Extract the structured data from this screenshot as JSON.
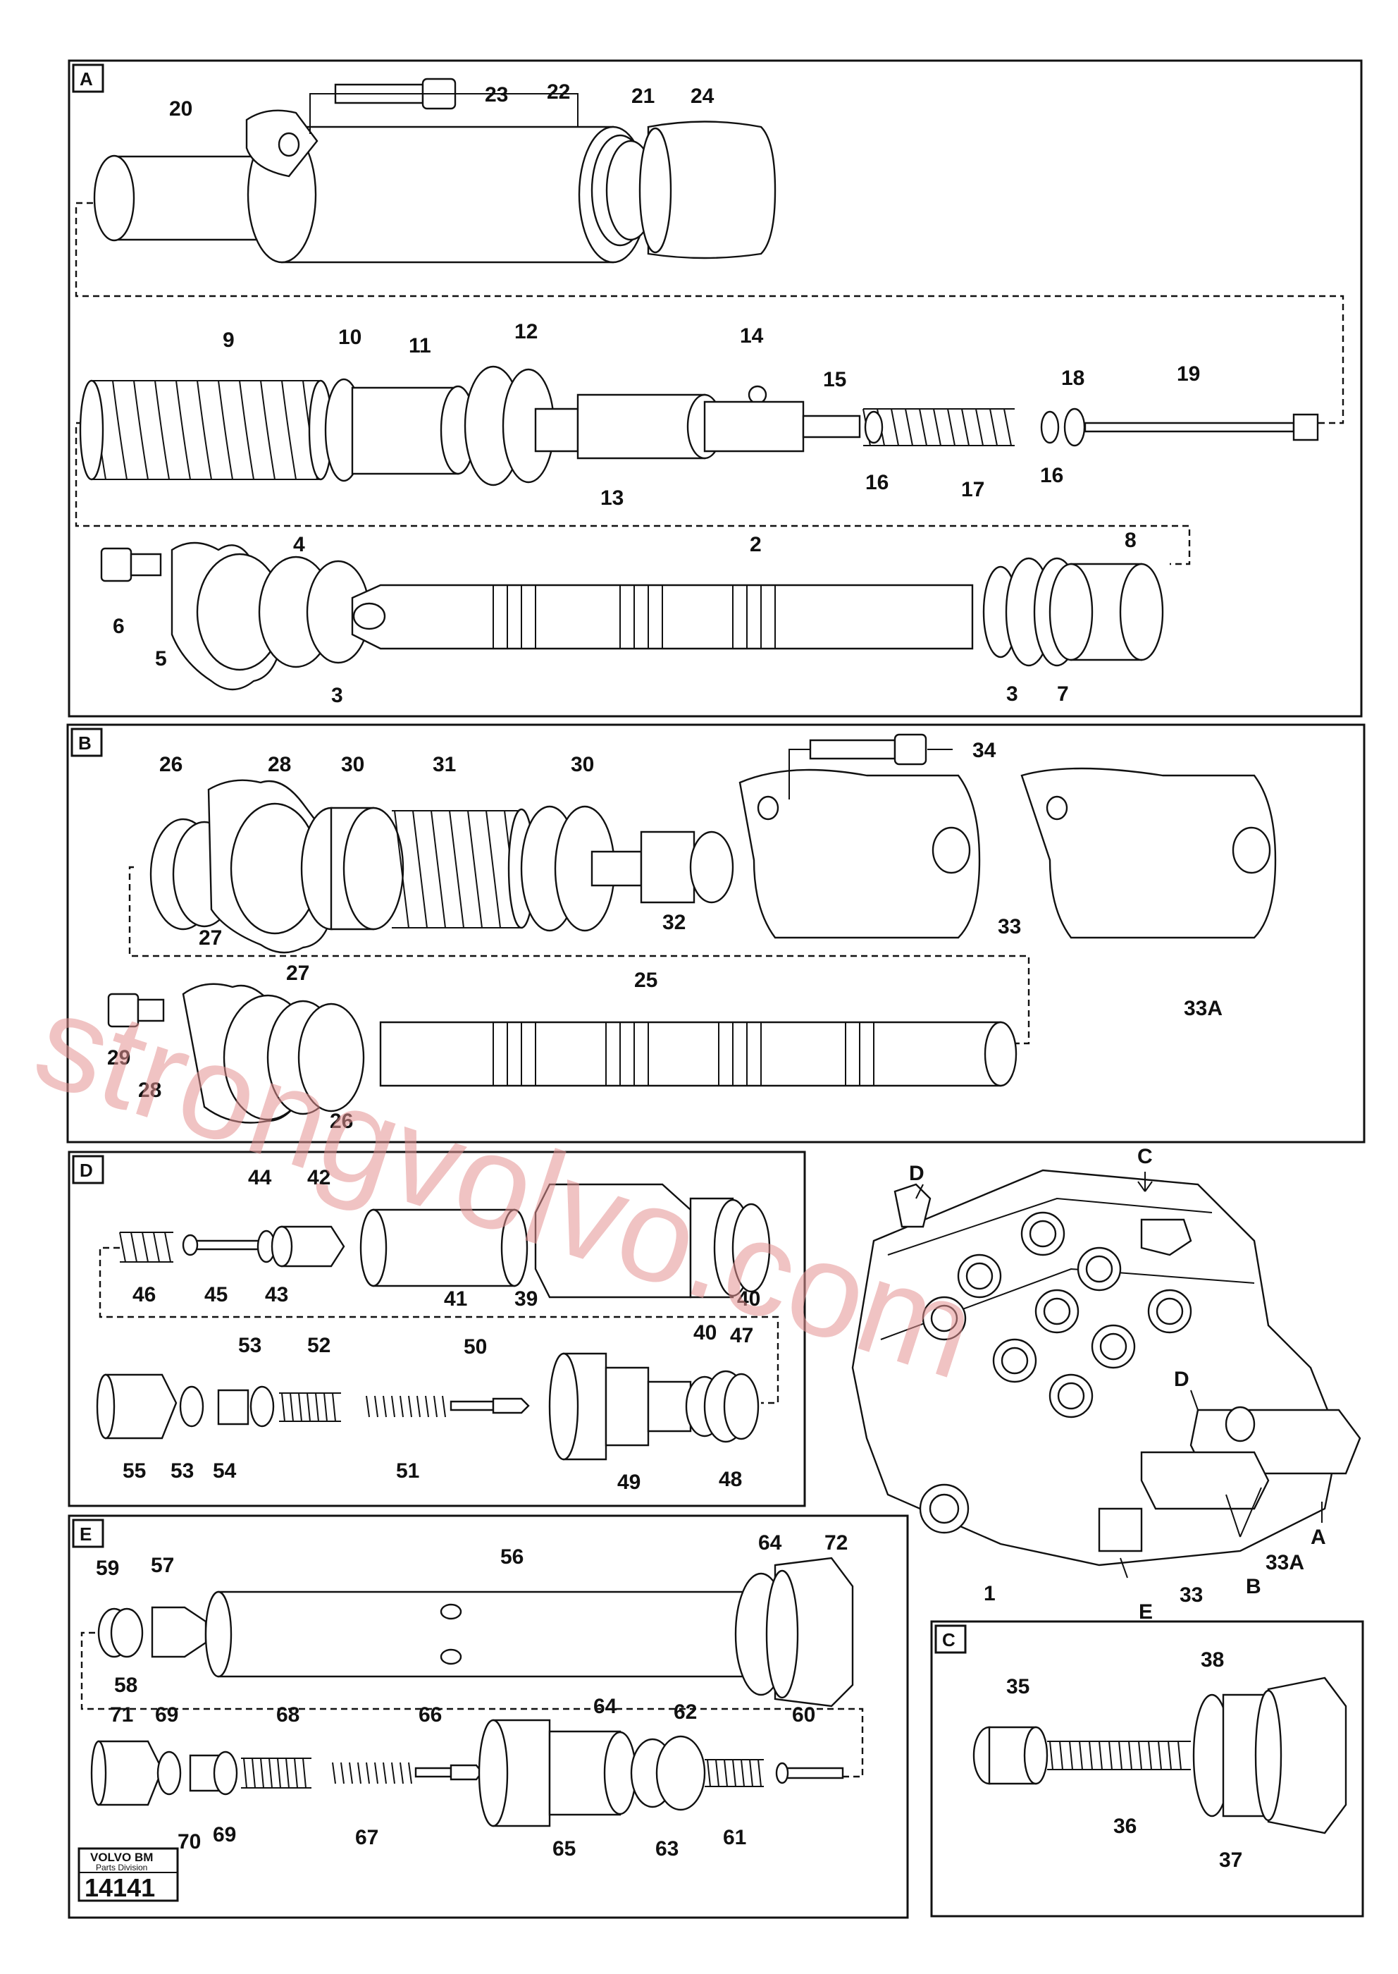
{
  "panels": {
    "A": {
      "tag": "A",
      "labels": [
        "20",
        "23",
        "22",
        "21",
        "24",
        "9",
        "10",
        "11",
        "12",
        "14",
        "15",
        "18",
        "19",
        "13",
        "16",
        "17",
        "16",
        "4",
        "2",
        "8",
        "6",
        "5",
        "3",
        "3",
        "7"
      ]
    },
    "B": {
      "tag": "B",
      "labels": [
        "26",
        "28",
        "30",
        "31",
        "30",
        "34",
        "27",
        "32",
        "33",
        "33A",
        "27",
        "25",
        "29",
        "28",
        "26"
      ]
    },
    "D": {
      "tag": "D",
      "labels": [
        "44",
        "42",
        "46",
        "45",
        "43",
        "41",
        "39",
        "40",
        "53",
        "52",
        "50",
        "40",
        "47",
        "55",
        "53",
        "54",
        "51",
        "49",
        "48"
      ]
    },
    "E": {
      "tag": "E",
      "labels": [
        "59",
        "57",
        "56",
        "64",
        "72",
        "58",
        "71",
        "69",
        "68",
        "66",
        "64",
        "62",
        "60",
        "70",
        "69",
        "67",
        "65",
        "63",
        "61"
      ]
    },
    "C": {
      "tag": "C",
      "labels": [
        "35",
        "38",
        "36",
        "37"
      ]
    },
    "assembly": {
      "labels": [
        "C",
        "D",
        "D",
        "1",
        "E",
        "33",
        "B",
        "33A",
        "A"
      ]
    }
  },
  "logo": {
    "brand": "VOLVO BM",
    "division": "Parts Division",
    "number": "14141"
  },
  "watermark": "strongvolvo.com",
  "colors": {
    "ink": "#111111",
    "paper": "#ffffff",
    "watermark": "#e59393"
  }
}
